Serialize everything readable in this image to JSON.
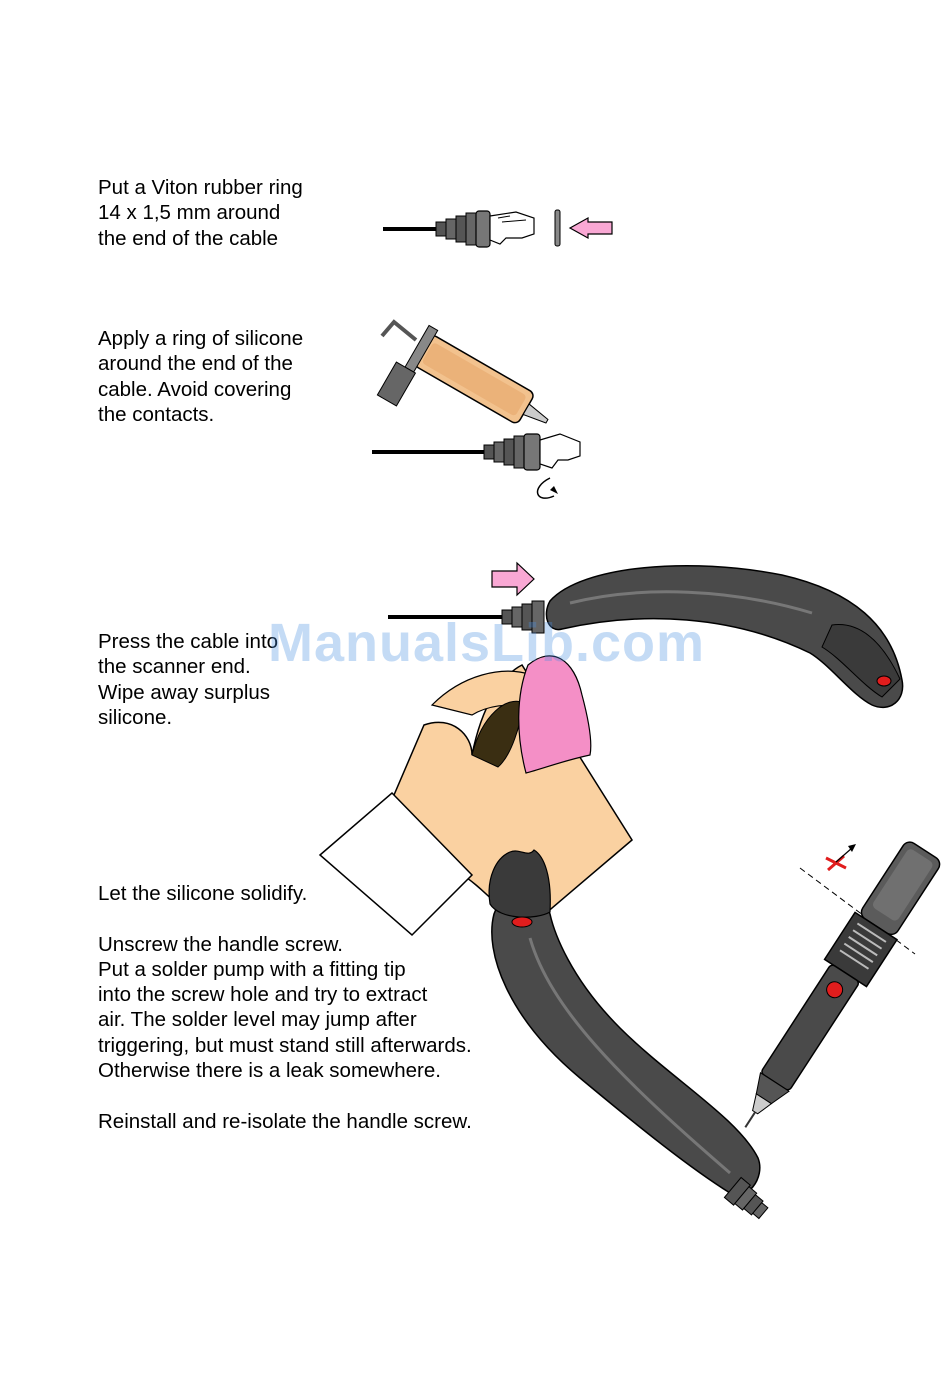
{
  "steps": [
    {
      "id": "viton-ring",
      "lines": [
        "Put a Viton rubber ring",
        "14 x 1,5 mm around",
        "the end of the cable"
      ]
    },
    {
      "id": "apply-silicone",
      "lines": [
        "Apply a ring of silicone",
        "around the end of the",
        "cable. Avoid covering",
        "the contacts."
      ]
    },
    {
      "id": "press-cable",
      "lines": [
        "Press the cable into",
        "the scanner end.",
        "Wipe away surplus",
        "silicone."
      ]
    },
    {
      "id": "solidify",
      "paragraphs": [
        [
          "Let the silicone solidify."
        ],
        [
          "Unscrew the handle screw.",
          "Put a solder pump with a fitting tip",
          "into the screw hole and try to extract",
          "air. The solder level may jump after",
          "triggering, but must stand still afterwards.",
          "Otherwise there is a leak somewhere."
        ],
        [
          "Reinstall and re-isolate the handle screw."
        ]
      ]
    }
  ],
  "watermark": "ManualsLib.com",
  "colors": {
    "arrow_pink": "#f9a8d4",
    "scanner_gray": "#4a4a4a",
    "skin": "#fad1a1",
    "cloth_pink": "#f48fc6",
    "trigger_red": "#e11d1d",
    "watermark_blue": "#4a90e2"
  },
  "icons": [
    "arrow-left-icon",
    "arrow-right-icon",
    "rotate-arrow-icon",
    "cross-mark-icon"
  ]
}
